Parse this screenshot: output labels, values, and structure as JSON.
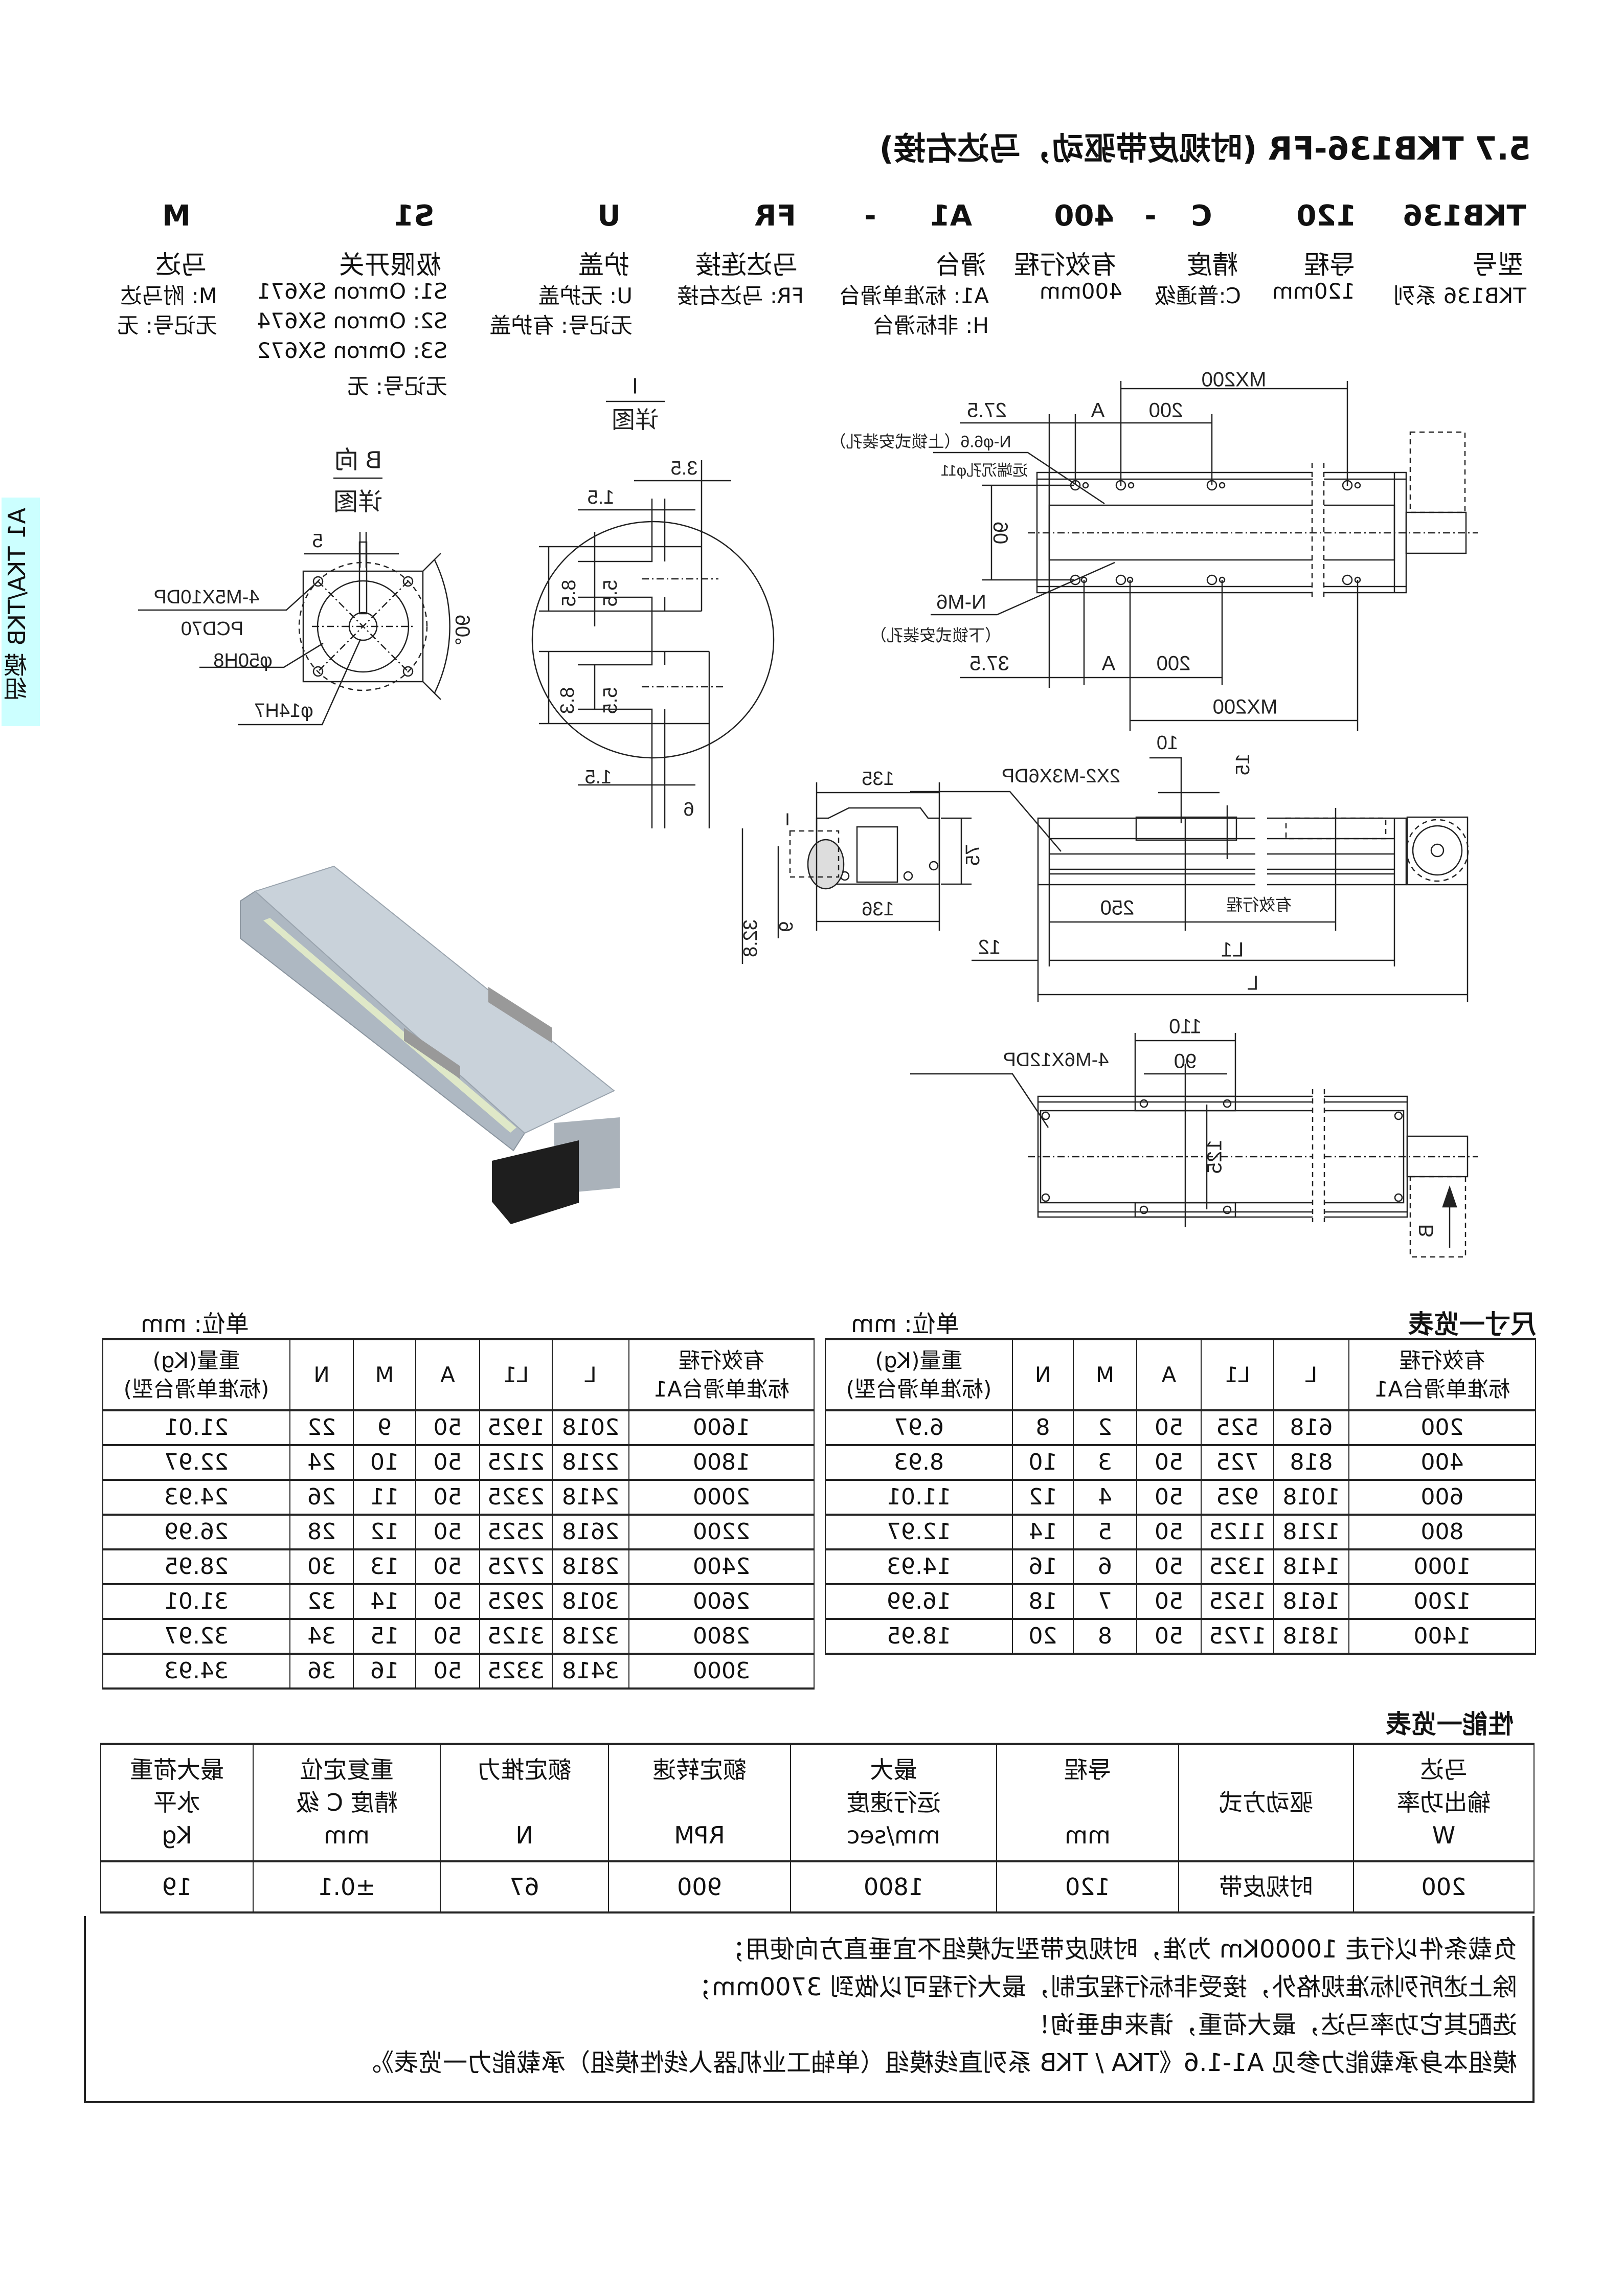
{
  "side_tab": "A1 TKA/TKB 模组",
  "title": "5.7 TKB136-FR (时规皮带驱动，马达右接)",
  "model_code": {
    "parts": [
      "TKB136",
      "120",
      "C",
      "-",
      "400",
      "A1",
      "-",
      "FR",
      "U",
      "S1",
      "M"
    ],
    "labels": [
      "型号",
      "导程",
      "精度",
      "有效行程",
      "滑台",
      "马达连接",
      "护盖",
      "极限开关",
      "马达"
    ],
    "options": {
      "series": [
        "TKB136 系列"
      ],
      "lead": [
        "120mm"
      ],
      "precision": [
        "C:普通级"
      ],
      "stroke": [
        "400mm"
      ],
      "slide": [
        "A1: 标准单滑台",
        "H:  非标滑台"
      ],
      "motor_connect": [
        "FR: 马达右接"
      ],
      "cover": [
        "U: 无护盖",
        "无记号: 有护盖"
      ],
      "limit_switch": [
        "S1: Omron SX671",
        "S2: Omron SX674",
        "S3: Omron SX672",
        "无记号: 无"
      ],
      "motor": [
        "M: 附马达",
        "无记号: 无"
      ]
    }
  },
  "drawing_labels": {
    "mx200_top": "MX200",
    "d27_5": "27.5",
    "a_top": "A",
    "d200_top": "200",
    "n_phi66": "N-φ6.6（上锁式安装孔）",
    "counterbore": "远端沉孔φ11",
    "d90": "90",
    "n_m6": "N-M6",
    "lower_lock": "（下锁式安装孔）",
    "d37_5": "37.5",
    "a_bottom": "A",
    "d200_bottom": "200",
    "mx200_bottom": "MX200",
    "b_view": "B 向",
    "b_detail": "详图",
    "d5": "5",
    "m5": "4-M5X10DP",
    "pcd70": "PCD70",
    "phi50": "φ50H8",
    "phi14": "φ14H7",
    "deg90": "90°",
    "detail_i": "I",
    "detail_i_sub": "详图",
    "d3_5": "3.5",
    "d1_5a": "1.5",
    "d8_5": "8.5",
    "d5_5a": "5.5",
    "d8_3": "8.3",
    "d5_5b": "5.5",
    "d1_5b": "1.5",
    "d6": "6",
    "d135": "135",
    "d136": "136",
    "d75": "75",
    "d9": "9",
    "d32_8": "32.8",
    "i_mark": "I",
    "m3": "2X2-M3X6DP",
    "d10": "10",
    "d15": "15",
    "d250": "250",
    "stroke": "有效行程",
    "l1": "L1",
    "d12": "12",
    "l": "L",
    "d110": "110",
    "d90b": "90",
    "m6": "4-M6X12DP",
    "d125": "125",
    "b_arrow": "B"
  },
  "dim_table": {
    "title": "尺寸一览表",
    "unit": "单位: mm",
    "headers": [
      "有效行程\n标准单滑台A1",
      "L",
      "L1",
      "A",
      "M",
      "N",
      "重量(Kg)\n(标准单滑台型)"
    ],
    "rows_a": [
      [
        "200",
        "618",
        "525",
        "50",
        "2",
        "8",
        "6.97"
      ],
      [
        "400",
        "818",
        "725",
        "50",
        "3",
        "10",
        "8.93"
      ],
      [
        "600",
        "1018",
        "925",
        "50",
        "4",
        "12",
        "11.01"
      ],
      [
        "800",
        "1218",
        "1125",
        "50",
        "5",
        "14",
        "12.97"
      ],
      [
        "1000",
        "1418",
        "1325",
        "50",
        "6",
        "16",
        "14.93"
      ],
      [
        "1200",
        "1618",
        "1525",
        "50",
        "7",
        "18",
        "16.99"
      ],
      [
        "1400",
        "1818",
        "1725",
        "50",
        "8",
        "20",
        "18.95"
      ]
    ],
    "rows_b": [
      [
        "1600",
        "2018",
        "1925",
        "50",
        "9",
        "22",
        "21.01"
      ],
      [
        "1800",
        "2218",
        "2125",
        "50",
        "10",
        "24",
        "22.97"
      ],
      [
        "2000",
        "2418",
        "2325",
        "50",
        "11",
        "26",
        "24.93"
      ],
      [
        "2200",
        "2618",
        "2525",
        "50",
        "12",
        "28",
        "26.99"
      ],
      [
        "2400",
        "2818",
        "2725",
        "50",
        "13",
        "30",
        "28.95"
      ],
      [
        "2600",
        "3018",
        "2925",
        "50",
        "14",
        "32",
        "31.01"
      ],
      [
        "2800",
        "3218",
        "3125",
        "50",
        "15",
        "34",
        "32.97"
      ],
      [
        "3000",
        "3418",
        "3325",
        "50",
        "16",
        "36",
        "34.93"
      ]
    ]
  },
  "perf_table": {
    "title": "性能一览表",
    "headers": [
      "马达\n输出功率\nW",
      "驱动方式",
      "导程\n\nmm",
      "最大\n运行速度\nmm/sec",
      "额定转速\n\nRPM",
      "额定推力\n\nN",
      "重复定位\n精度 C 级\nmm",
      "最大荷重\n水平\nKg"
    ],
    "values": [
      "200",
      "时规皮带",
      "120",
      "1800",
      "900",
      "67",
      "±0.1",
      "19"
    ]
  },
  "notes": [
    "负载条件以行走 10000Km 为准，时规皮带型式模组不宜垂直方向使用；",
    "除上述所列标准规格外，接受非标行程定制，最大行程可以做到 3700mm；",
    "选配其它功率马达，最大荷重，请来电垂询！",
    "模组本身承载能力参见 A1-1.6《TKA / TKB 系列直线模组（单轴工业机器人线性模组）承载能力一览表》。"
  ],
  "colors": {
    "side_tab_bg": "#ccffff",
    "render_body": "#c9d2da",
    "render_strip": "#dfe8c8",
    "motor": "#1e1e1e"
  }
}
